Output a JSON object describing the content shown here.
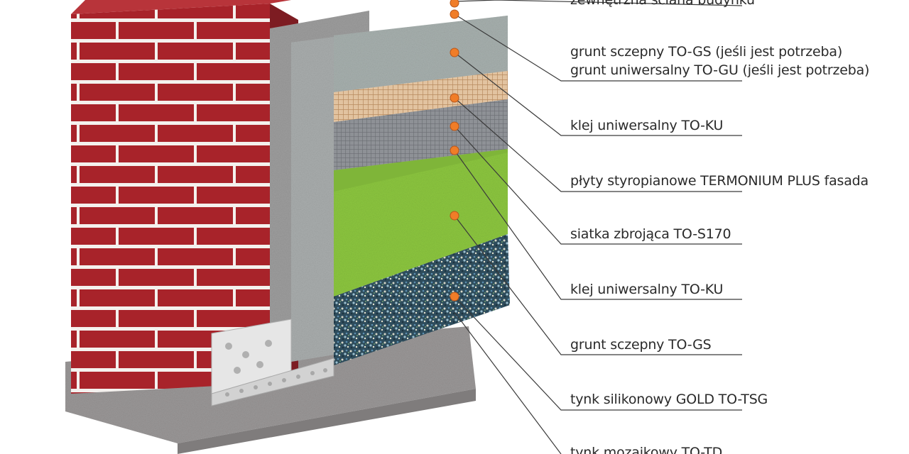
{
  "labels": [
    "zewnętrzna ściana budynku",
    "grunt sczepny TO-GS (jeśli jest potrzeba)",
    "grunt uniwersalny TO-GU (jeśli jest potrzeba)",
    "klej uniwersalny TO-KU",
    "płyty styropianowe TERMONIUM PLUS fasada",
    "siatka zbrojąca TO-S170",
    "klej uniwersalny TO-KU",
    "grunt sczepny TO-GS",
    "tynk silikonowy GOLD TO-TSG",
    "tynk mozaikowy TO-TD"
  ],
  "colors": {
    "brick": "#a8232a",
    "mortar": "#f4f1ee",
    "concrete": "#9a9797",
    "foam": "#bfc4c2",
    "mesh": "#d9b48c",
    "green_plaster": "#8cc63f",
    "marker": "#f07d28",
    "leader_line": "#3a3a3a"
  }
}
